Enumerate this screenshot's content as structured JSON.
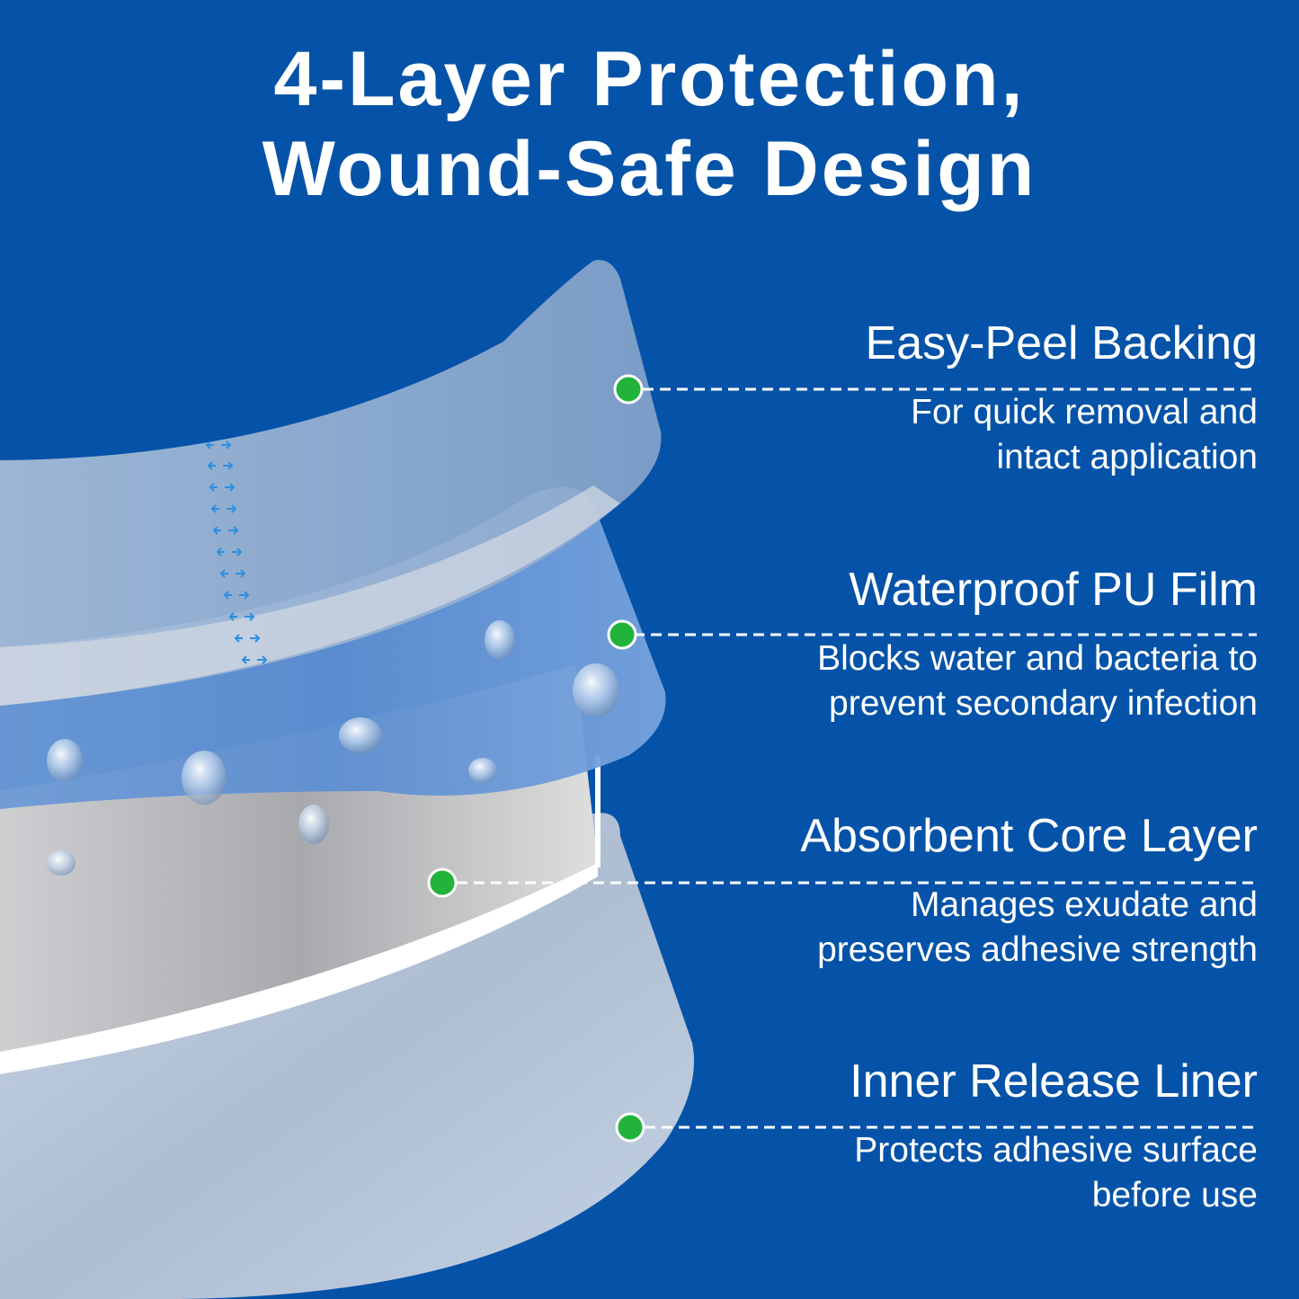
{
  "title": {
    "line1": "4-Layer Protection,",
    "line2": "Wound-Safe Design"
  },
  "colors": {
    "background": "#0553a8",
    "text": "#ffffff",
    "marker_dot": "#22b33a",
    "arrow_blue": "#2d8fe0"
  },
  "layers": [
    {
      "name": "Easy-Peel Backing",
      "description_line1": "For quick removal and",
      "description_line2": "intact application",
      "marker_icon": "green-dot-icon"
    },
    {
      "name": "Waterproof PU Film",
      "description_line1": "Blocks water and bacteria to",
      "description_line2": "prevent secondary infection",
      "marker_icon": "green-dot-icon"
    },
    {
      "name": "Absorbent Core Layer",
      "description_line1": "Manages exudate and",
      "description_line2": "preserves adhesive strength",
      "marker_icon": "green-dot-icon"
    },
    {
      "name": "Inner Release Liner",
      "description_line1": "Protects adhesive surface",
      "description_line2": "before use",
      "marker_icon": "green-dot-icon"
    }
  ],
  "illustration": {
    "icons": [
      "water-droplet-icon",
      "stretch-arrows-icon"
    ]
  }
}
